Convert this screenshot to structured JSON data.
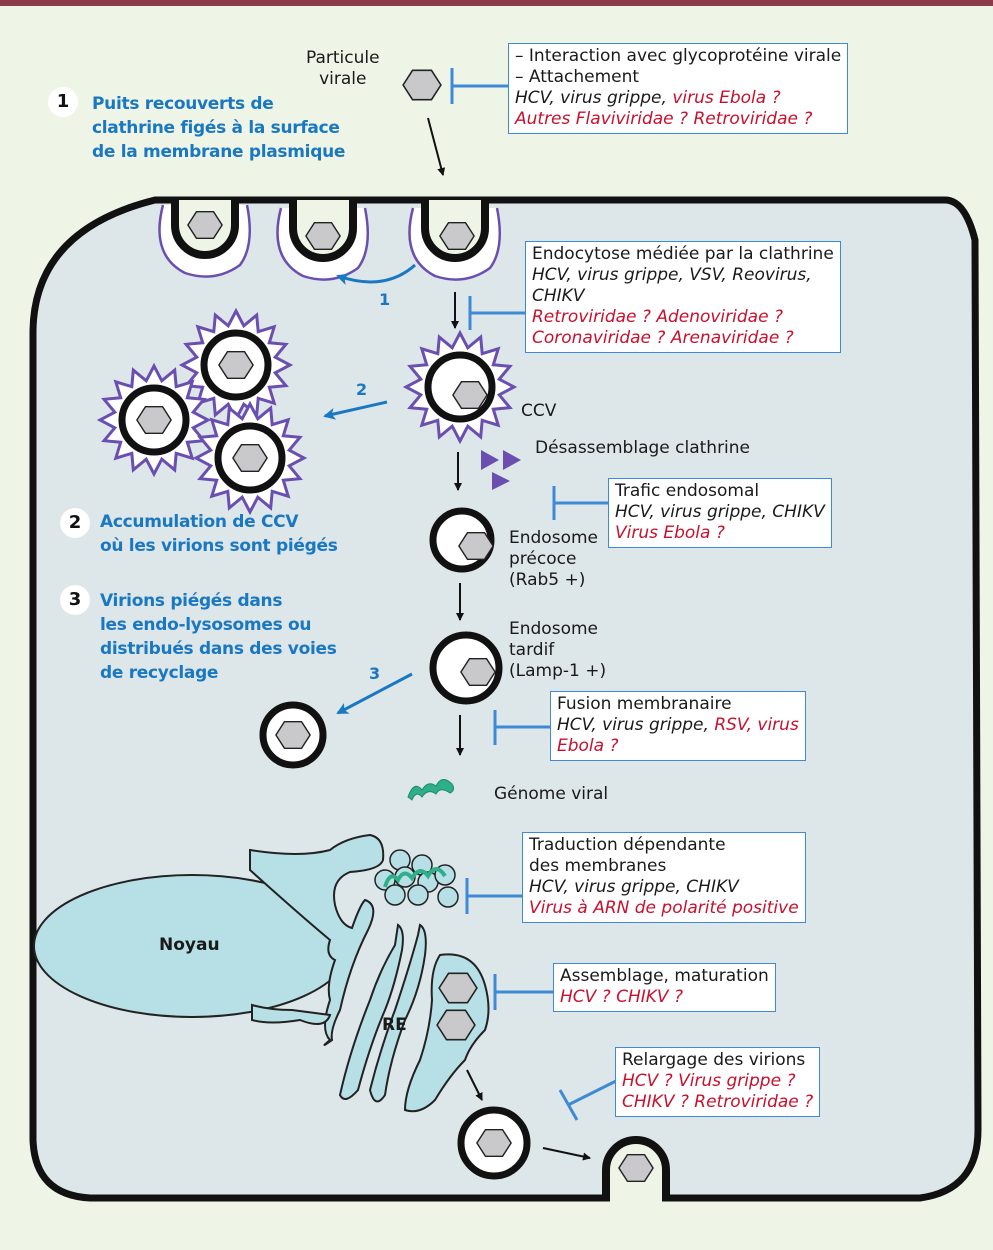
{
  "colors": {
    "background": "#eff5e6",
    "cell": "#dde6e8",
    "top_bar": "#8c3a4a",
    "accent_blue": "#1a78c2",
    "inhibitor_blue": "#3f8ad6",
    "hypothesis_red": "#c8102e",
    "clathrin_purple": "#6a4fb0",
    "organelle": "#b7e0e6",
    "genome_green": "#2fae8a",
    "virion_gray": "#c9c9cc"
  },
  "labels": {
    "viral_particle": "Particule\nvirale",
    "ccv": "CCV",
    "clathrin_disassembly": "Désassemblage clathrine",
    "early_endosome": "Endosome\nprécoce\n(Rab5 +)",
    "late_endosome": "Endosome\ntardif\n(Lamp-1 +)",
    "viral_genome": "Génome viral",
    "nucleus": "Noyau",
    "er": "RE"
  },
  "mechanisms": [
    {
      "number": "1",
      "text": "Puits recouverts de\nclathrine figés à la surface\nde la membrane plasmique"
    },
    {
      "number": "2",
      "text": "Accumulation de CCV\noù les virions sont piégés"
    },
    {
      "number": "3",
      "text": "Virions piégés dans\nles endo-lysosomes ou\ndistribués dans des voies\nde recyclage"
    }
  ],
  "arrow_numbers": [
    "1",
    "2",
    "3"
  ],
  "inhibition_boxes": [
    {
      "id": "attachment",
      "lines": [
        {
          "parts": [
            {
              "text": "– Interaction avec glycoprotéine virale",
              "style": "normal"
            }
          ]
        },
        {
          "parts": [
            {
              "text": "– Attachement",
              "style": "normal"
            }
          ]
        },
        {
          "parts": [
            {
              "text": "HCV, virus grippe, ",
              "style": "italic"
            },
            {
              "text": "virus Ebola ?",
              "style": "red"
            }
          ]
        },
        {
          "parts": [
            {
              "text": "Autres Flaviviridae ? Retroviridae ?",
              "style": "red"
            }
          ]
        }
      ]
    },
    {
      "id": "endocytosis",
      "lines": [
        {
          "parts": [
            {
              "text": "Endocytose médiée par la clathrine",
              "style": "normal"
            }
          ]
        },
        {
          "parts": [
            {
              "text": "HCV, virus grippe, VSV, Reovirus,",
              "style": "italic"
            }
          ]
        },
        {
          "parts": [
            {
              "text": "CHIKV",
              "style": "italic"
            }
          ]
        },
        {
          "parts": [
            {
              "text": "Retroviridae ? Adenoviridae ?",
              "style": "red"
            }
          ]
        },
        {
          "parts": [
            {
              "text": "Coronaviridae ? Arenaviridae ?",
              "style": "red"
            }
          ]
        }
      ]
    },
    {
      "id": "endosomal-traffic",
      "lines": [
        {
          "parts": [
            {
              "text": "Trafic endosomal",
              "style": "normal"
            }
          ]
        },
        {
          "parts": [
            {
              "text": "HCV, virus grippe, CHIKV",
              "style": "italic"
            }
          ]
        },
        {
          "parts": [
            {
              "text": "Virus Ebola ?",
              "style": "red"
            }
          ]
        }
      ]
    },
    {
      "id": "membrane-fusion",
      "lines": [
        {
          "parts": [
            {
              "text": "Fusion membranaire",
              "style": "normal"
            }
          ]
        },
        {
          "parts": [
            {
              "text": "HCV, virus grippe, ",
              "style": "italic"
            },
            {
              "text": "RSV, virus",
              "style": "red"
            }
          ]
        },
        {
          "parts": [
            {
              "text": "Ebola ?",
              "style": "red"
            }
          ]
        }
      ]
    },
    {
      "id": "translation",
      "lines": [
        {
          "parts": [
            {
              "text": "Traduction dépendante",
              "style": "normal"
            }
          ]
        },
        {
          "parts": [
            {
              "text": "des membranes",
              "style": "normal"
            }
          ]
        },
        {
          "parts": [
            {
              "text": "HCV, virus grippe, CHIKV",
              "style": "italic"
            }
          ]
        },
        {
          "parts": [
            {
              "text": "Virus à ARN de polarité positive",
              "style": "red"
            }
          ]
        }
      ]
    },
    {
      "id": "assembly",
      "lines": [
        {
          "parts": [
            {
              "text": "Assemblage, maturation",
              "style": "normal"
            }
          ]
        },
        {
          "parts": [
            {
              "text": "HCV ? CHIKV ?",
              "style": "red"
            }
          ]
        }
      ]
    },
    {
      "id": "release",
      "lines": [
        {
          "parts": [
            {
              "text": "Relargage des virions",
              "style": "normal"
            }
          ]
        },
        {
          "parts": [
            {
              "text": "HCV ? Virus grippe ?",
              "style": "red"
            }
          ]
        },
        {
          "parts": [
            {
              "text": "CHIKV ? Retroviridae ?",
              "style": "red"
            }
          ]
        }
      ]
    }
  ]
}
